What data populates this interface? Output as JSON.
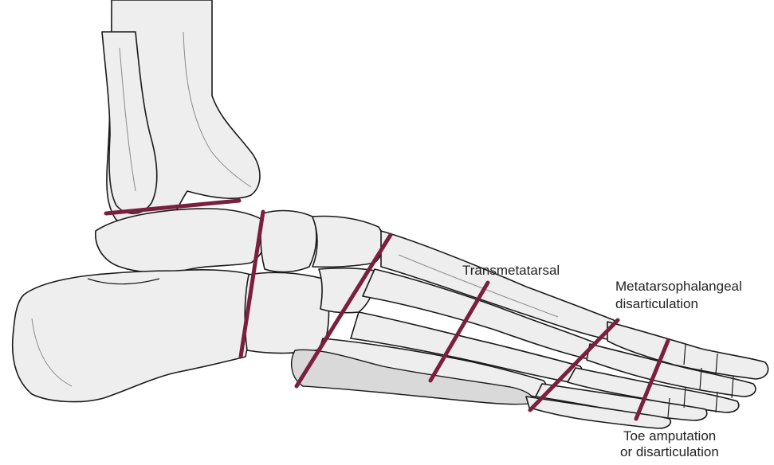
{
  "colors": {
    "amputation_line": "#7a1f3d",
    "bone_fill": "#eeeeee",
    "bone_outline": "#1a1a1a"
  },
  "labels": {
    "transmetatarsal": "Transmetatarsal",
    "mtp_line1": "Metatarsophalangeal",
    "mtp_line2": "disarticulation",
    "toe_line1": "Toe amputation",
    "toe_line2": "or disarticulation"
  }
}
